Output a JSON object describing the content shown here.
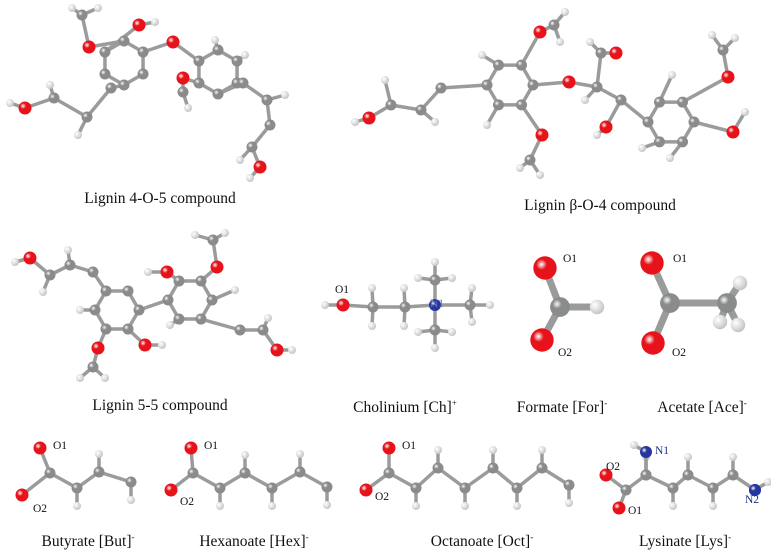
{
  "figure": {
    "compounds": [
      {
        "id": "lignin-4-o-5",
        "name": "Lignin 4-O-5 compound",
        "charge": ""
      },
      {
        "id": "lignin-b-o-4",
        "name": "Lignin β-O-4 compound",
        "charge": ""
      },
      {
        "id": "lignin-5-5",
        "name": "Lignin 5-5 compound",
        "charge": ""
      },
      {
        "id": "cholinium",
        "name": "Cholinium [Ch]",
        "charge": "+"
      },
      {
        "id": "formate",
        "name": "Formate [For]",
        "charge": "-"
      },
      {
        "id": "acetate",
        "name": "Acetate [Ace]",
        "charge": "-"
      },
      {
        "id": "butyrate",
        "name": "Butyrate [But]",
        "charge": "-"
      },
      {
        "id": "hexanoate",
        "name": "Hexanoate [Hex]",
        "charge": "-"
      },
      {
        "id": "octanoate",
        "name": "Octanoate [Oct]",
        "charge": "-"
      },
      {
        "id": "lysinate",
        "name": "Lysinate [Lys]",
        "charge": "-"
      }
    ],
    "atom_labels": {
      "cholinium": {
        "o1": "O1",
        "n1": "N1"
      },
      "formate": {
        "o1": "O1",
        "o2": "O2"
      },
      "acetate": {
        "o1": "O1",
        "o2": "O2"
      },
      "butyrate": {
        "o1": "O1",
        "o2": "O2"
      },
      "hexanoate": {
        "o1": "O1",
        "o2": "O2"
      },
      "octanoate": {
        "o1": "O1",
        "o2": "O2"
      },
      "lysinate": {
        "o1": "O1",
        "o2": "O2",
        "n1": "N1",
        "n2": "N2"
      }
    },
    "colors": {
      "carbon": "#8a8c8c",
      "oxygen": "#e8121a",
      "hydrogen": "#ececec",
      "nitrogen": "#2536a0",
      "bond": "#9a9c9c"
    }
  }
}
